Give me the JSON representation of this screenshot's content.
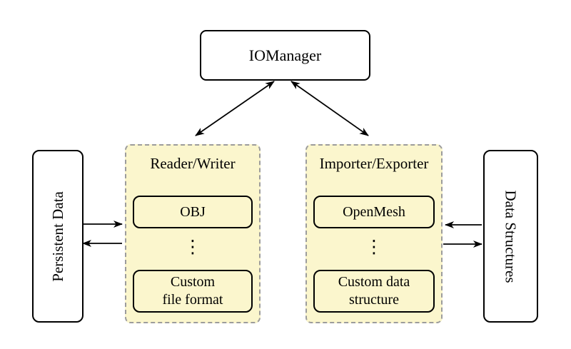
{
  "nodes": {
    "iomanager": "IOManager",
    "persistent_data": "Persistent Data",
    "data_structures": "Data Structures"
  },
  "containers": {
    "reader_writer": {
      "title": "Reader/Writer",
      "items": {
        "top": "OBJ",
        "ellipsis": "⋮",
        "bottom": "Custom\nfile format"
      }
    },
    "importer_exporter": {
      "title": "Importer/Exporter",
      "items": {
        "top": "OpenMesh",
        "ellipsis": "⋮",
        "bottom": "Custom data\nstructure"
      }
    }
  },
  "colors": {
    "container_fill": "#FBF6CD",
    "container_border": "#9C9C9C",
    "node_fill": "#FFFFFF",
    "line": "#000000"
  }
}
